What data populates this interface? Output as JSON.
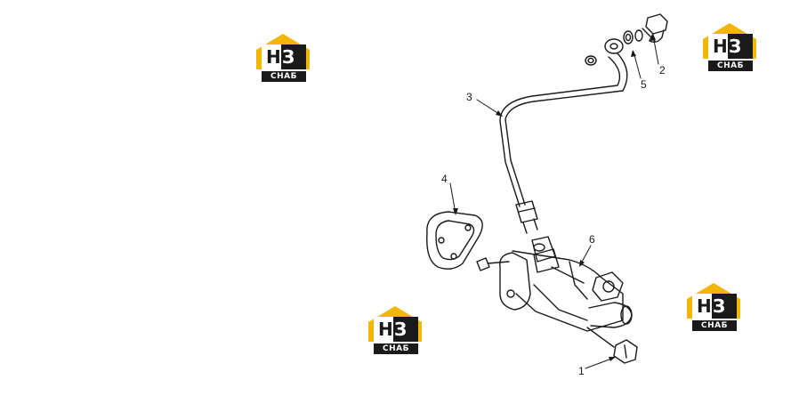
{
  "logos": [
    {
      "letters": "Н",
      "letters2": "З",
      "caption": "СНАБ"
    },
    {
      "letters": "Н",
      "letters2": "З",
      "caption": "СНАБ"
    },
    {
      "letters": "Н",
      "letters2": "З",
      "caption": "СНАБ"
    },
    {
      "letters": "Н",
      "letters2": "З",
      "caption": "СНАБ"
    }
  ],
  "callouts": {
    "c1": "1",
    "c2": "2",
    "c3": "3",
    "c4": "4",
    "c5": "5",
    "c6": "6"
  },
  "colors": {
    "logo_yellow": "#f2b705",
    "logo_dark": "#1a1a1a",
    "line": "#1a1a1a"
  }
}
